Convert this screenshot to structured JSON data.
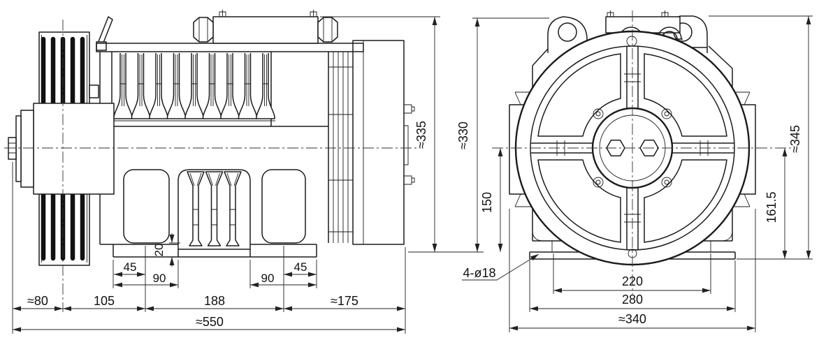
{
  "colors": {
    "line": "#1b1b1b",
    "background": "#ffffff"
  },
  "dims": {
    "side": {
      "d80": "≈80",
      "d105": "105",
      "d188": "188",
      "d175": "≈175",
      "d550": "≈550",
      "d45_left": "45",
      "d90_left": "90",
      "d90_right": "90",
      "d45_right": "45",
      "d20": "20",
      "d335": "≈335"
    },
    "front": {
      "d330": "≈330",
      "d150": "150",
      "d161_5": "161.5",
      "d345": "≈345",
      "holes": "4-ø18",
      "d220": "220",
      "d280": "280",
      "d340": "≈340"
    }
  }
}
